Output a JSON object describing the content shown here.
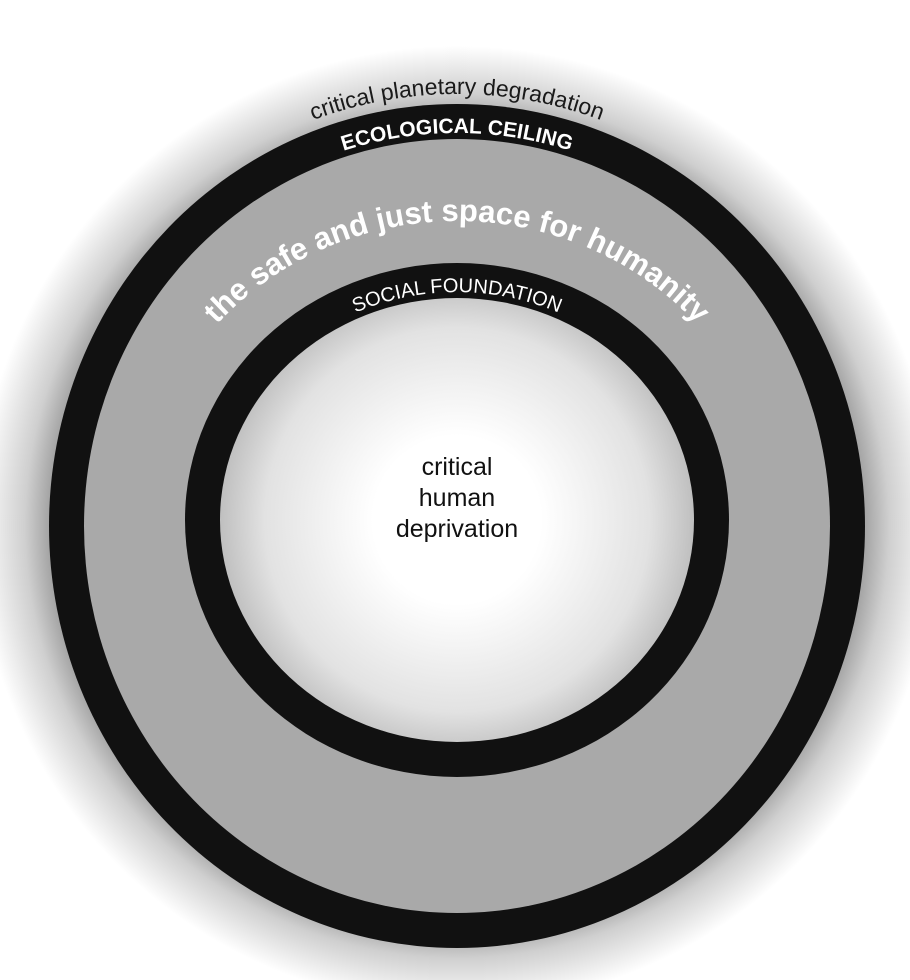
{
  "outer_label": "critical planetary degradation",
  "ecological_ceiling": "ECOLOGICAL CEILING",
  "safe_space": "the safe and just space for humanity",
  "social_foundation": "SOCIAL FOUNDATION",
  "center_label": [
    "critical",
    "human",
    "deprivation"
  ],
  "colors": {
    "ring": "#111111",
    "band": "#a9a9a9",
    "text_light": "#ffffff",
    "text_dark": "#1a1a1a"
  }
}
